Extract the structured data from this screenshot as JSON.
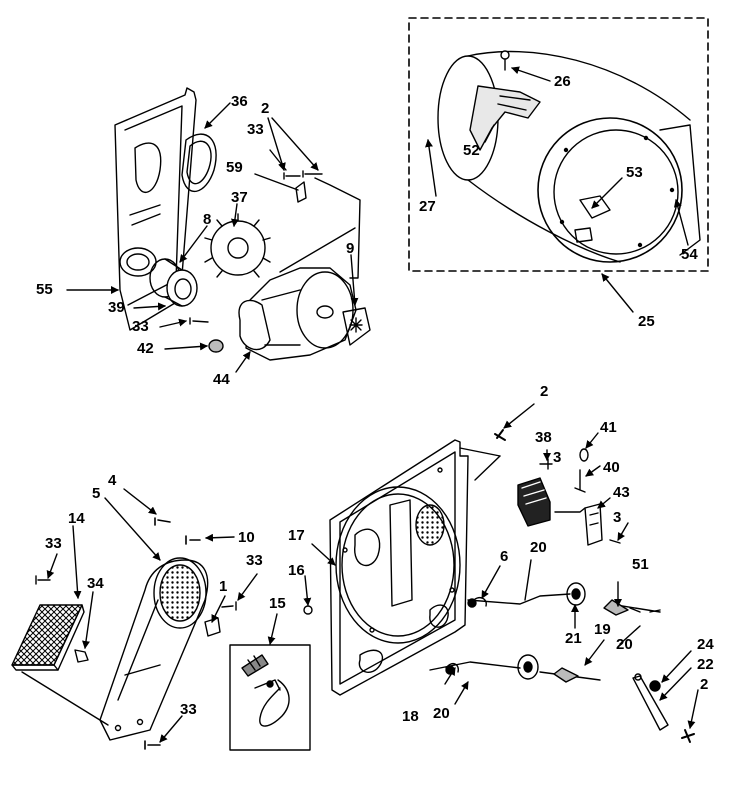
{
  "diagram": {
    "callouts": {
      "c2a": "2",
      "c2b": "2",
      "c2c": "2",
      "c3a": "3",
      "c3b": "3",
      "c4": "4",
      "c5": "5",
      "c1": "1",
      "c6": "6",
      "c8": "8",
      "c9": "9",
      "c10": "10",
      "c14": "14",
      "c15": "15",
      "c16": "16",
      "c17": "17",
      "c18": "18",
      "c19": "19",
      "c20a": "20",
      "c20b": "20",
      "c20c": "20",
      "c21": "21",
      "c22": "22",
      "c24": "24",
      "c25": "25",
      "c26": "26",
      "c27": "27",
      "c33a": "33",
      "c33b": "33",
      "c33c": "33",
      "c33d": "33",
      "c33e": "33",
      "c34": "34",
      "c36": "36",
      "c37": "37",
      "c38": "38",
      "c39": "39",
      "c40": "40",
      "c41": "41",
      "c42": "42",
      "c43": "43",
      "c44": "44",
      "c51": "51",
      "c52": "52",
      "c53": "53",
      "c54": "54",
      "c55": "55",
      "c59": "59"
    }
  }
}
